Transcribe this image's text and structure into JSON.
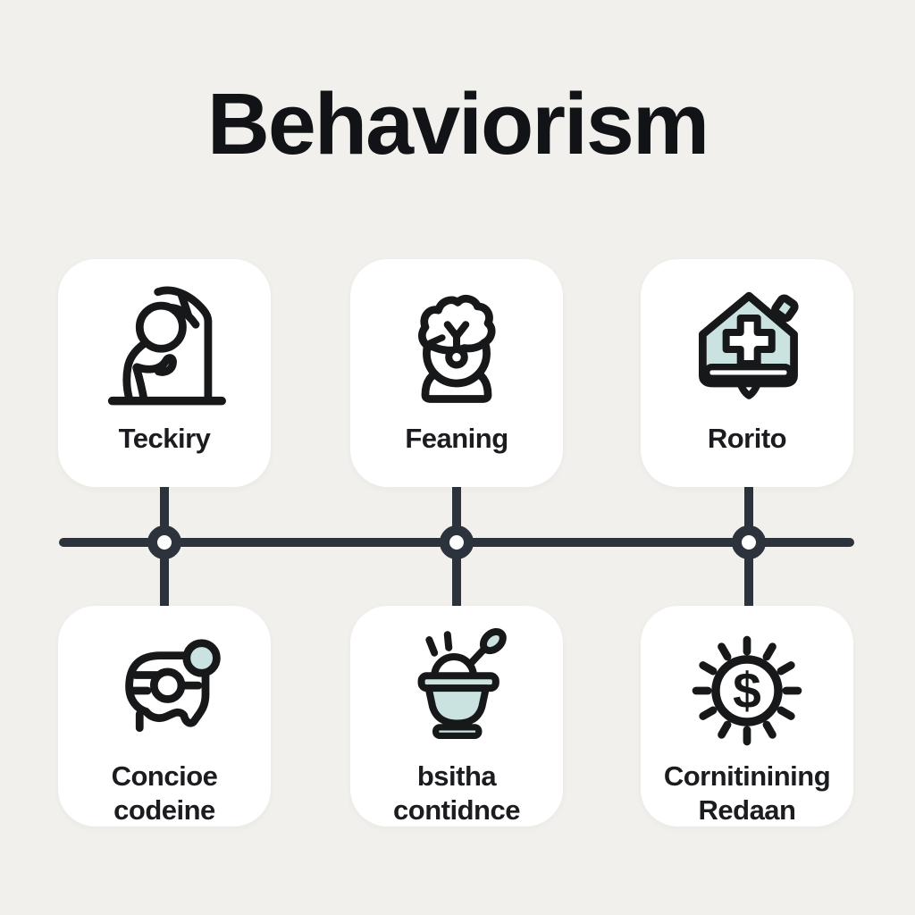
{
  "colors": {
    "background": "#f1f0ec",
    "card": "#ffffff",
    "ink": "#17181a",
    "timeline": "#2c333c",
    "accent_teal": "#cbe3e0"
  },
  "title": "Behaviorism",
  "timeline": {
    "nodes": 3,
    "orientation": "horizontal"
  },
  "cards": [
    {
      "label": "Teckiry",
      "lines": [
        "Teckiry"
      ],
      "icon": "person-climbing-icon",
      "row": "top",
      "column": 1
    },
    {
      "label": "Feaning",
      "lines": [
        "Feaning"
      ],
      "icon": "brain-head-icon",
      "row": "top",
      "column": 2
    },
    {
      "label": "Rorito",
      "lines": [
        "Rorito"
      ],
      "icon": "medical-house-icon",
      "row": "top",
      "column": 3
    },
    {
      "label": "Concioe codeine",
      "lines": [
        "Concioe",
        "codeine"
      ],
      "icon": "machine-blob-icon",
      "row": "bottom",
      "column": 1
    },
    {
      "label": "bsitha contidnce",
      "lines": [
        "bsitha",
        "contidnce"
      ],
      "icon": "bowl-spoon-icon",
      "row": "bottom",
      "column": 2
    },
    {
      "label": "Cornitinining Redaan",
      "lines": [
        "Cornitinining",
        "Redaan"
      ],
      "icon": "dollar-sun-icon",
      "row": "bottom",
      "column": 3
    }
  ]
}
